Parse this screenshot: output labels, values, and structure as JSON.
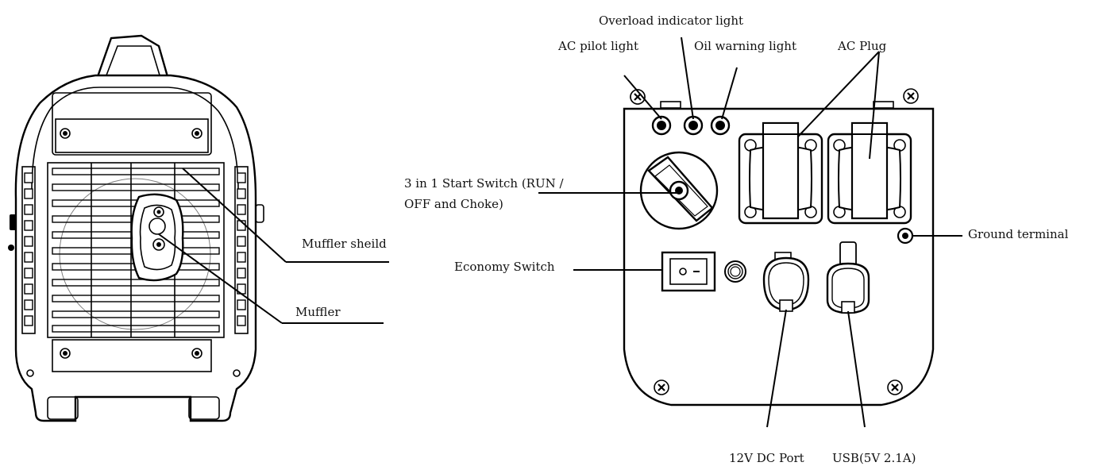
{
  "diagram": {
    "labels": {
      "muffler_shield": "Muffler sheild",
      "muffler": "Muffler",
      "overload_indicator": "Overload indicator light",
      "ac_pilot_light": "AC pilot light",
      "oil_warning_light": "Oil warning light",
      "ac_plug": "AC Plug",
      "start_switch_line1": "3 in 1 Start Switch (RUN /",
      "start_switch_line2": "OFF and Choke)",
      "ground_terminal": "Ground terminal",
      "economy_switch": "Economy Switch",
      "dc_port": "12V DC Port",
      "usb": "USB(5V 2.1A)"
    }
  }
}
